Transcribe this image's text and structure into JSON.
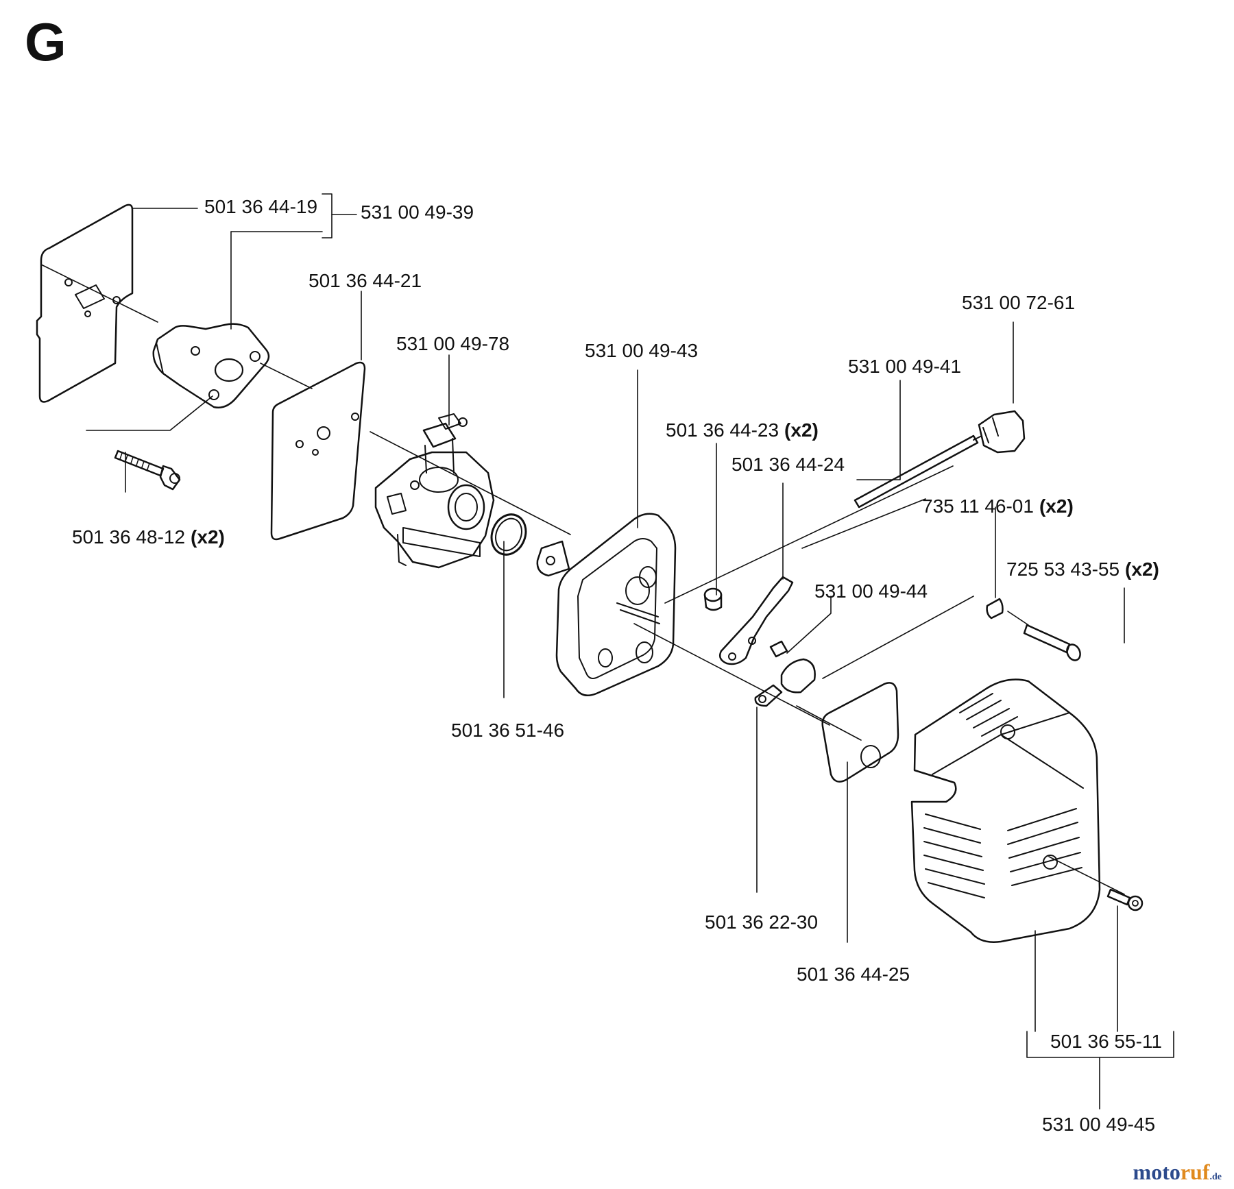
{
  "section": {
    "letter": "G"
  },
  "parts": {
    "p01": {
      "number": "501 36 44-19",
      "qty": ""
    },
    "p02": {
      "number": "531 00 49-39",
      "qty": ""
    },
    "p03": {
      "number": "501 36 44-21",
      "qty": ""
    },
    "p04": {
      "number": "531 00 49-78",
      "qty": ""
    },
    "p05": {
      "number": "531 00 49-43",
      "qty": ""
    },
    "p06": {
      "number": "531 00 72-61",
      "qty": ""
    },
    "p07": {
      "number": "531 00 49-41",
      "qty": ""
    },
    "p08": {
      "number": "501 36 44-23",
      "qty": "(x2)"
    },
    "p09": {
      "number": "501 36 44-24",
      "qty": ""
    },
    "p10": {
      "number": "735 11 46-01",
      "qty": "(x2)"
    },
    "p11": {
      "number": "725 53 43-55",
      "qty": "(x2)"
    },
    "p12": {
      "number": "531 00 49-44",
      "qty": ""
    },
    "p13": {
      "number": "501 36 48-12",
      "qty": "(x2)"
    },
    "p14": {
      "number": "501 36 51-46",
      "qty": ""
    },
    "p15": {
      "number": "501 36 22-30",
      "qty": ""
    },
    "p16": {
      "number": "501 36 44-25",
      "qty": ""
    },
    "p17": {
      "number": "501 36 55-11",
      "qty": ""
    },
    "p18": {
      "number": "531 00 49-45",
      "qty": ""
    }
  },
  "watermark": {
    "part1": "moto",
    "part2": "ruf",
    "part3": ".de"
  }
}
